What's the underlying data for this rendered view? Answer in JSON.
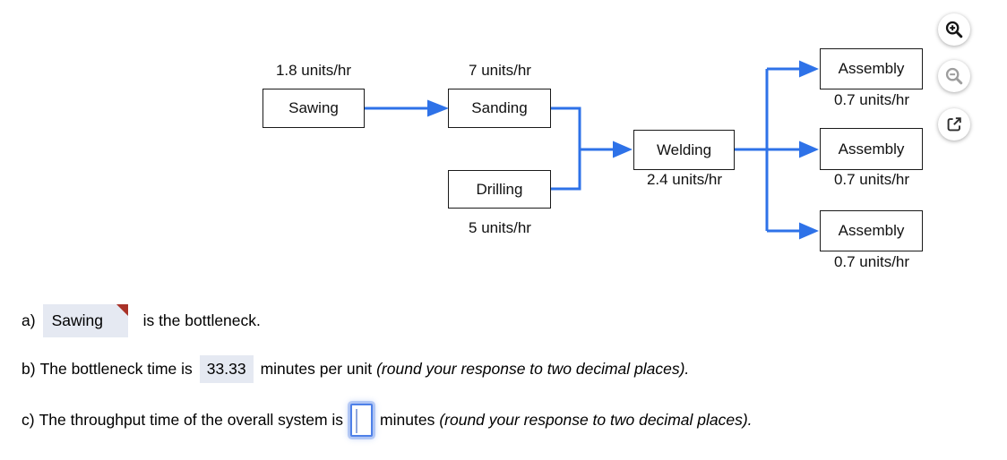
{
  "colors": {
    "arrow": "#2e72e8",
    "box_border": "#1a1a1a",
    "answer_highlight": "#e5e9f2",
    "flag_red": "#a93228",
    "input_border": "#4f81e8"
  },
  "diagram": {
    "nodes": [
      {
        "id": "sawing",
        "label": "Sawing",
        "rate": "1.8 units/hr",
        "rate_position": "above"
      },
      {
        "id": "sanding",
        "label": "Sanding",
        "rate": "7 units/hr",
        "rate_position": "above"
      },
      {
        "id": "drilling",
        "label": "Drilling",
        "rate": "5 units/hr",
        "rate_position": "below"
      },
      {
        "id": "welding",
        "label": "Welding",
        "rate": "2.4 units/hr",
        "rate_position": "below"
      },
      {
        "id": "assembly-top",
        "label": "Assembly",
        "rate": "0.7 units/hr",
        "rate_position": "below"
      },
      {
        "id": "assembly-middle",
        "label": "Assembly",
        "rate": "0.7 units/hr",
        "rate_position": "below"
      },
      {
        "id": "assembly-bottom",
        "label": "Assembly",
        "rate": "0.7 units/hr",
        "rate_position": "below"
      }
    ]
  },
  "toolbar": {
    "buttons": [
      {
        "icon": "zoom-in-icon"
      },
      {
        "icon": "zoom-out-icon"
      },
      {
        "icon": "open-in-new-icon"
      }
    ]
  },
  "questions": {
    "a": {
      "label": "a)",
      "answer": "Sawing",
      "text_after": "is the bottleneck."
    },
    "b": {
      "label": "b)",
      "text_before": "The bottleneck time is",
      "answer": "33.33",
      "text_after": "minutes per unit",
      "note": "(round your response to two decimal places)."
    },
    "c": {
      "label": "c)",
      "text_before": "The throughput time of the overall system is",
      "answer": "",
      "text_after": "minutes",
      "note": "(round your response to two decimal places)."
    }
  }
}
